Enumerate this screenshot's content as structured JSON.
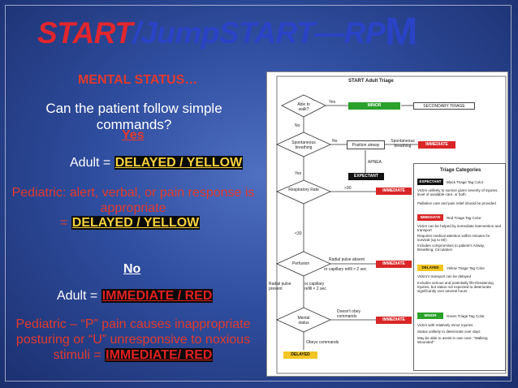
{
  "title": {
    "part1": "START",
    "slash": "/",
    "part2": "JumpSTART—RP",
    "part3": "M"
  },
  "left": {
    "mental_status": "MENTAL STATUS…",
    "question": "Can the patient follow simple commands?",
    "yes": "Yes",
    "adult_yes_prefix": "Adult = ",
    "adult_yes_value": "DELAYED / YELLOW",
    "ped_yes_text": "Pediatric: alert, verbal, or pain response is appropriate",
    "ped_yes_prefix": "= ",
    "ped_yes_value": "DELAYED /  YELLOW",
    "no": "No",
    "adult_no_prefix": "Adult = ",
    "adult_no_value": "IMMEDIATE / RED",
    "ped_no_text": "Pediatric – “P” pain causes inappropriate posturing or “U” unresponsive to noxious stimuli = ",
    "ped_no_value": "IMMEDIATE/ RED"
  },
  "flowchart": {
    "header": "START Adult Triage",
    "able_to_walk": "Able to walk?",
    "yes1": "Yes",
    "minor": "MINOR",
    "secondary_triage": "SECONDARY TRIAGE",
    "no1": "No",
    "spontaneous_breathing": "Spontaneous breathing",
    "no2": "No",
    "position_airway": "Position airway",
    "spontaneous_breathing2": "Spontaneous breathing",
    "immediate": "IMMEDIATE",
    "apnea": "APNEA",
    "expectant": "EXPECTANT",
    "yes2": "Yes",
    "respiratory_rate": "Respiratory Rate",
    "gt30": ">30",
    "lt30": "<30",
    "perfusion": "Perfusion",
    "radial_absent": "Radial pulse absent",
    "cap_refill": "or capillary refill > 2 sec",
    "radial_present": "Radial pulse present",
    "cap_refill2": "or capillary refill < 2 sec",
    "mental_status": "Mental status",
    "doesnt_obey": "Doesn't obey commands",
    "obeys": "Obeys commands",
    "delayed": "DELAYED",
    "categories_title": "Triage Categories",
    "cat_expectant": "EXPECTANT",
    "cat_expectant_tag": "Black Triage Tag Color",
    "cat_expectant_items": [
      "Victim unlikely to survive given severity of injuries, level of available care, or both",
      "Palliative care and pain relief should be provided"
    ],
    "cat_immediate": "IMMEDIATE",
    "cat_immediate_tag": "Red Triage Tag Color",
    "cat_immediate_items": [
      "Victim can be helped by immediate intervention and transport",
      "Requires medical attention within minutes for survival (up to 60)",
      "Includes compromises to patient's Airway, Breathing, Circulation"
    ],
    "cat_delayed": "DELAYED",
    "cat_delayed_tag": "Yellow Triage Tag Color",
    "cat_delayed_items": [
      "Victim's transport can be delayed",
      "Includes serious and potentially life-threatening injuries, but status not expected to deteriorate significantly over several hours"
    ],
    "cat_minor": "MINOR",
    "cat_minor_tag": "Green Triage Tag Color",
    "cat_minor_items": [
      "Victim with relatively minor injuries",
      "Status unlikely to deteriorate over days",
      "May be able to assist in own care: \"Walking Wounded\""
    ]
  }
}
